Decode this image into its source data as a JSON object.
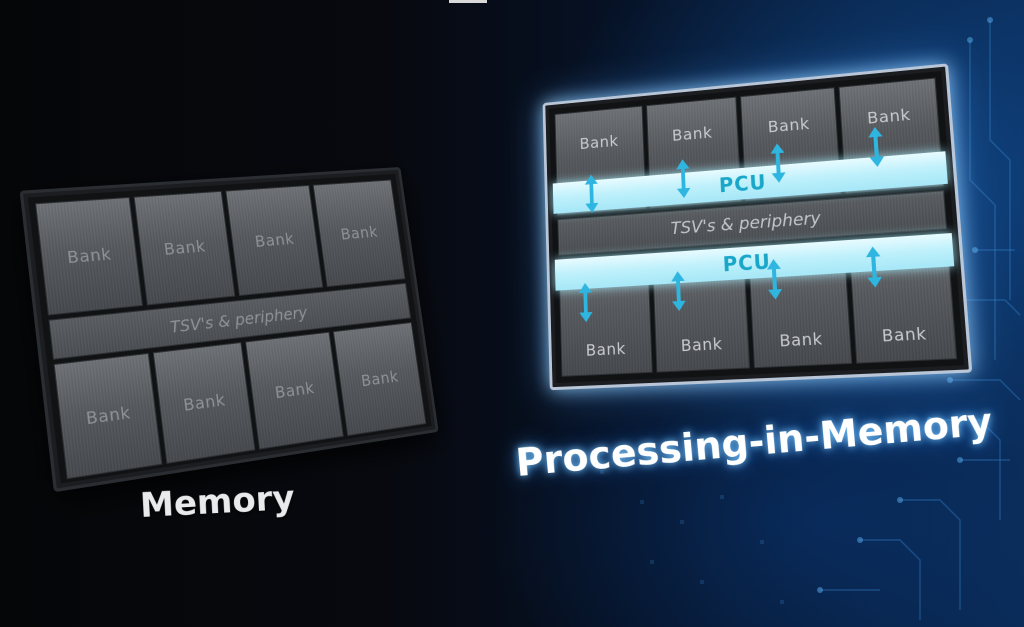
{
  "memory_chip": {
    "top_banks": [
      "Bank",
      "Bank",
      "Bank",
      "Bank"
    ],
    "periphery_label": "TSV's & periphery",
    "bottom_banks": [
      "Bank",
      "Bank",
      "Bank",
      "Bank"
    ],
    "caption": "Memory"
  },
  "pim_chip": {
    "top_banks": [
      "Bank",
      "Bank",
      "Bank",
      "Bank"
    ],
    "pcu_top_label": "PCU",
    "periphery_label": "TSV's & periphery",
    "pcu_bottom_label": "PCU",
    "bottom_banks": [
      "Bank",
      "Bank",
      "Bank",
      "Bank"
    ],
    "caption": "Processing-in-Memory"
  },
  "colors": {
    "pcu_fill": "#bdf0fb",
    "pcu_text": "#1aa6c8",
    "arrow": "#2fb6e0",
    "chip_glow": "#8fd0ff",
    "background_blue": "#0a2a55"
  },
  "icons": {
    "arrow": "bidirectional-arrow-icon"
  }
}
